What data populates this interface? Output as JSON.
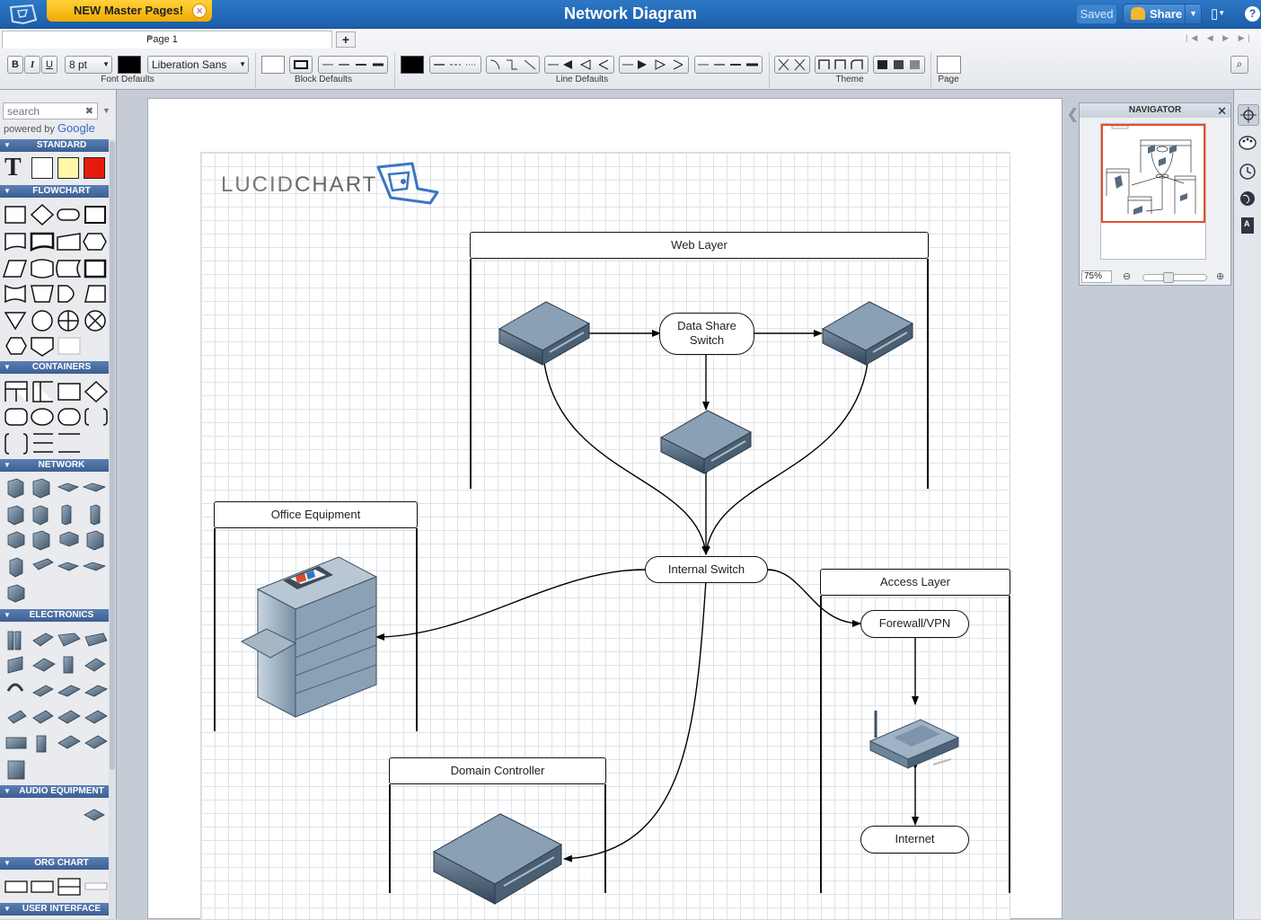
{
  "titlebar": {
    "title": "Network Diagram",
    "promo": "NEW Master Pages!",
    "saved": "Saved",
    "share": "Share"
  },
  "toolbar": {
    "page_tab": "Page 1",
    "bold": "B",
    "italic": "I",
    "underline": "U",
    "font_size": "8 pt",
    "font_family": "Liberation Sans",
    "groups": {
      "font": "Font Defaults",
      "block": "Block Defaults",
      "line": "Line Defaults",
      "theme": "Theme",
      "page": "Page"
    },
    "colors": {
      "font_color": "#000000",
      "block_fill": "#ffffff",
      "line_color": "#000000",
      "page_color": "#ffffff"
    }
  },
  "sidebar": {
    "search_placeholder": "search",
    "powered_by": "powered by",
    "powered_brand": "Google",
    "sections": [
      "STANDARD",
      "FLOWCHART",
      "CONTAINERS",
      "NETWORK",
      "ELECTRONICS",
      "AUDIO EQUIPMENT",
      "ORG CHART",
      "USER INTERFACE"
    ]
  },
  "diagram": {
    "logo": {
      "left": "LUCID",
      "right": "CHART"
    },
    "containers": {
      "web_layer": "Web Layer",
      "office_equipment": "Office Equipment",
      "access_layer": "Access Layer",
      "domain_controller": "Domain Controller"
    },
    "nodes": {
      "data_share_switch_l1": "Data Share",
      "data_share_switch_l2": "Switch",
      "internal_switch": "Internal Switch",
      "firewall_vpn": "Forewall/VPN",
      "internet": "Internet"
    }
  },
  "navigator": {
    "title": "NAVIGATOR",
    "zoom": "75%"
  },
  "accent_colors": {
    "titlebar": "#1c5ea9",
    "promo": "#f2a900",
    "section_header": "#3d5f93",
    "navigator_viewport": "#e0502a"
  }
}
